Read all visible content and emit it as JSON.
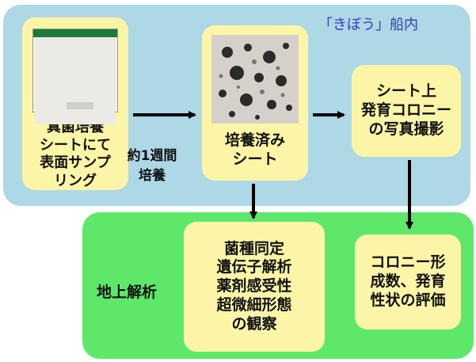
{
  "labels": {
    "onboard": "「きぼう」船内",
    "incubation_lines": [
      "約1週間",
      "培養"
    ],
    "ground": "地上解析"
  },
  "boxes": {
    "sampling": {
      "lines": [
        "真菌培養",
        "シートにて",
        "表面サンプ",
        "リング"
      ]
    },
    "cultured": {
      "lines": [
        "培養済み",
        "シート"
      ]
    },
    "photo": {
      "lines": [
        "シート上",
        "発育コロニー",
        "の写真撮影"
      ]
    },
    "analysis": {
      "lines": [
        "菌種同定",
        "遺伝子解析",
        "薬剤感受性",
        "超微細形態",
        "の観察"
      ]
    },
    "evaluation": {
      "lines": [
        "コロニー形",
        "成数、発育",
        "性状の評価"
      ]
    }
  },
  "icons": {
    "sheet_photo": "culture-sheet-photo",
    "colony_photo": "colony-photo"
  },
  "colors": {
    "onboard_panel": "#add8e6",
    "ground_panel": "#5ee86a",
    "box_fill": "#fcf5a8",
    "onboard_label": "#3b3bbd"
  }
}
